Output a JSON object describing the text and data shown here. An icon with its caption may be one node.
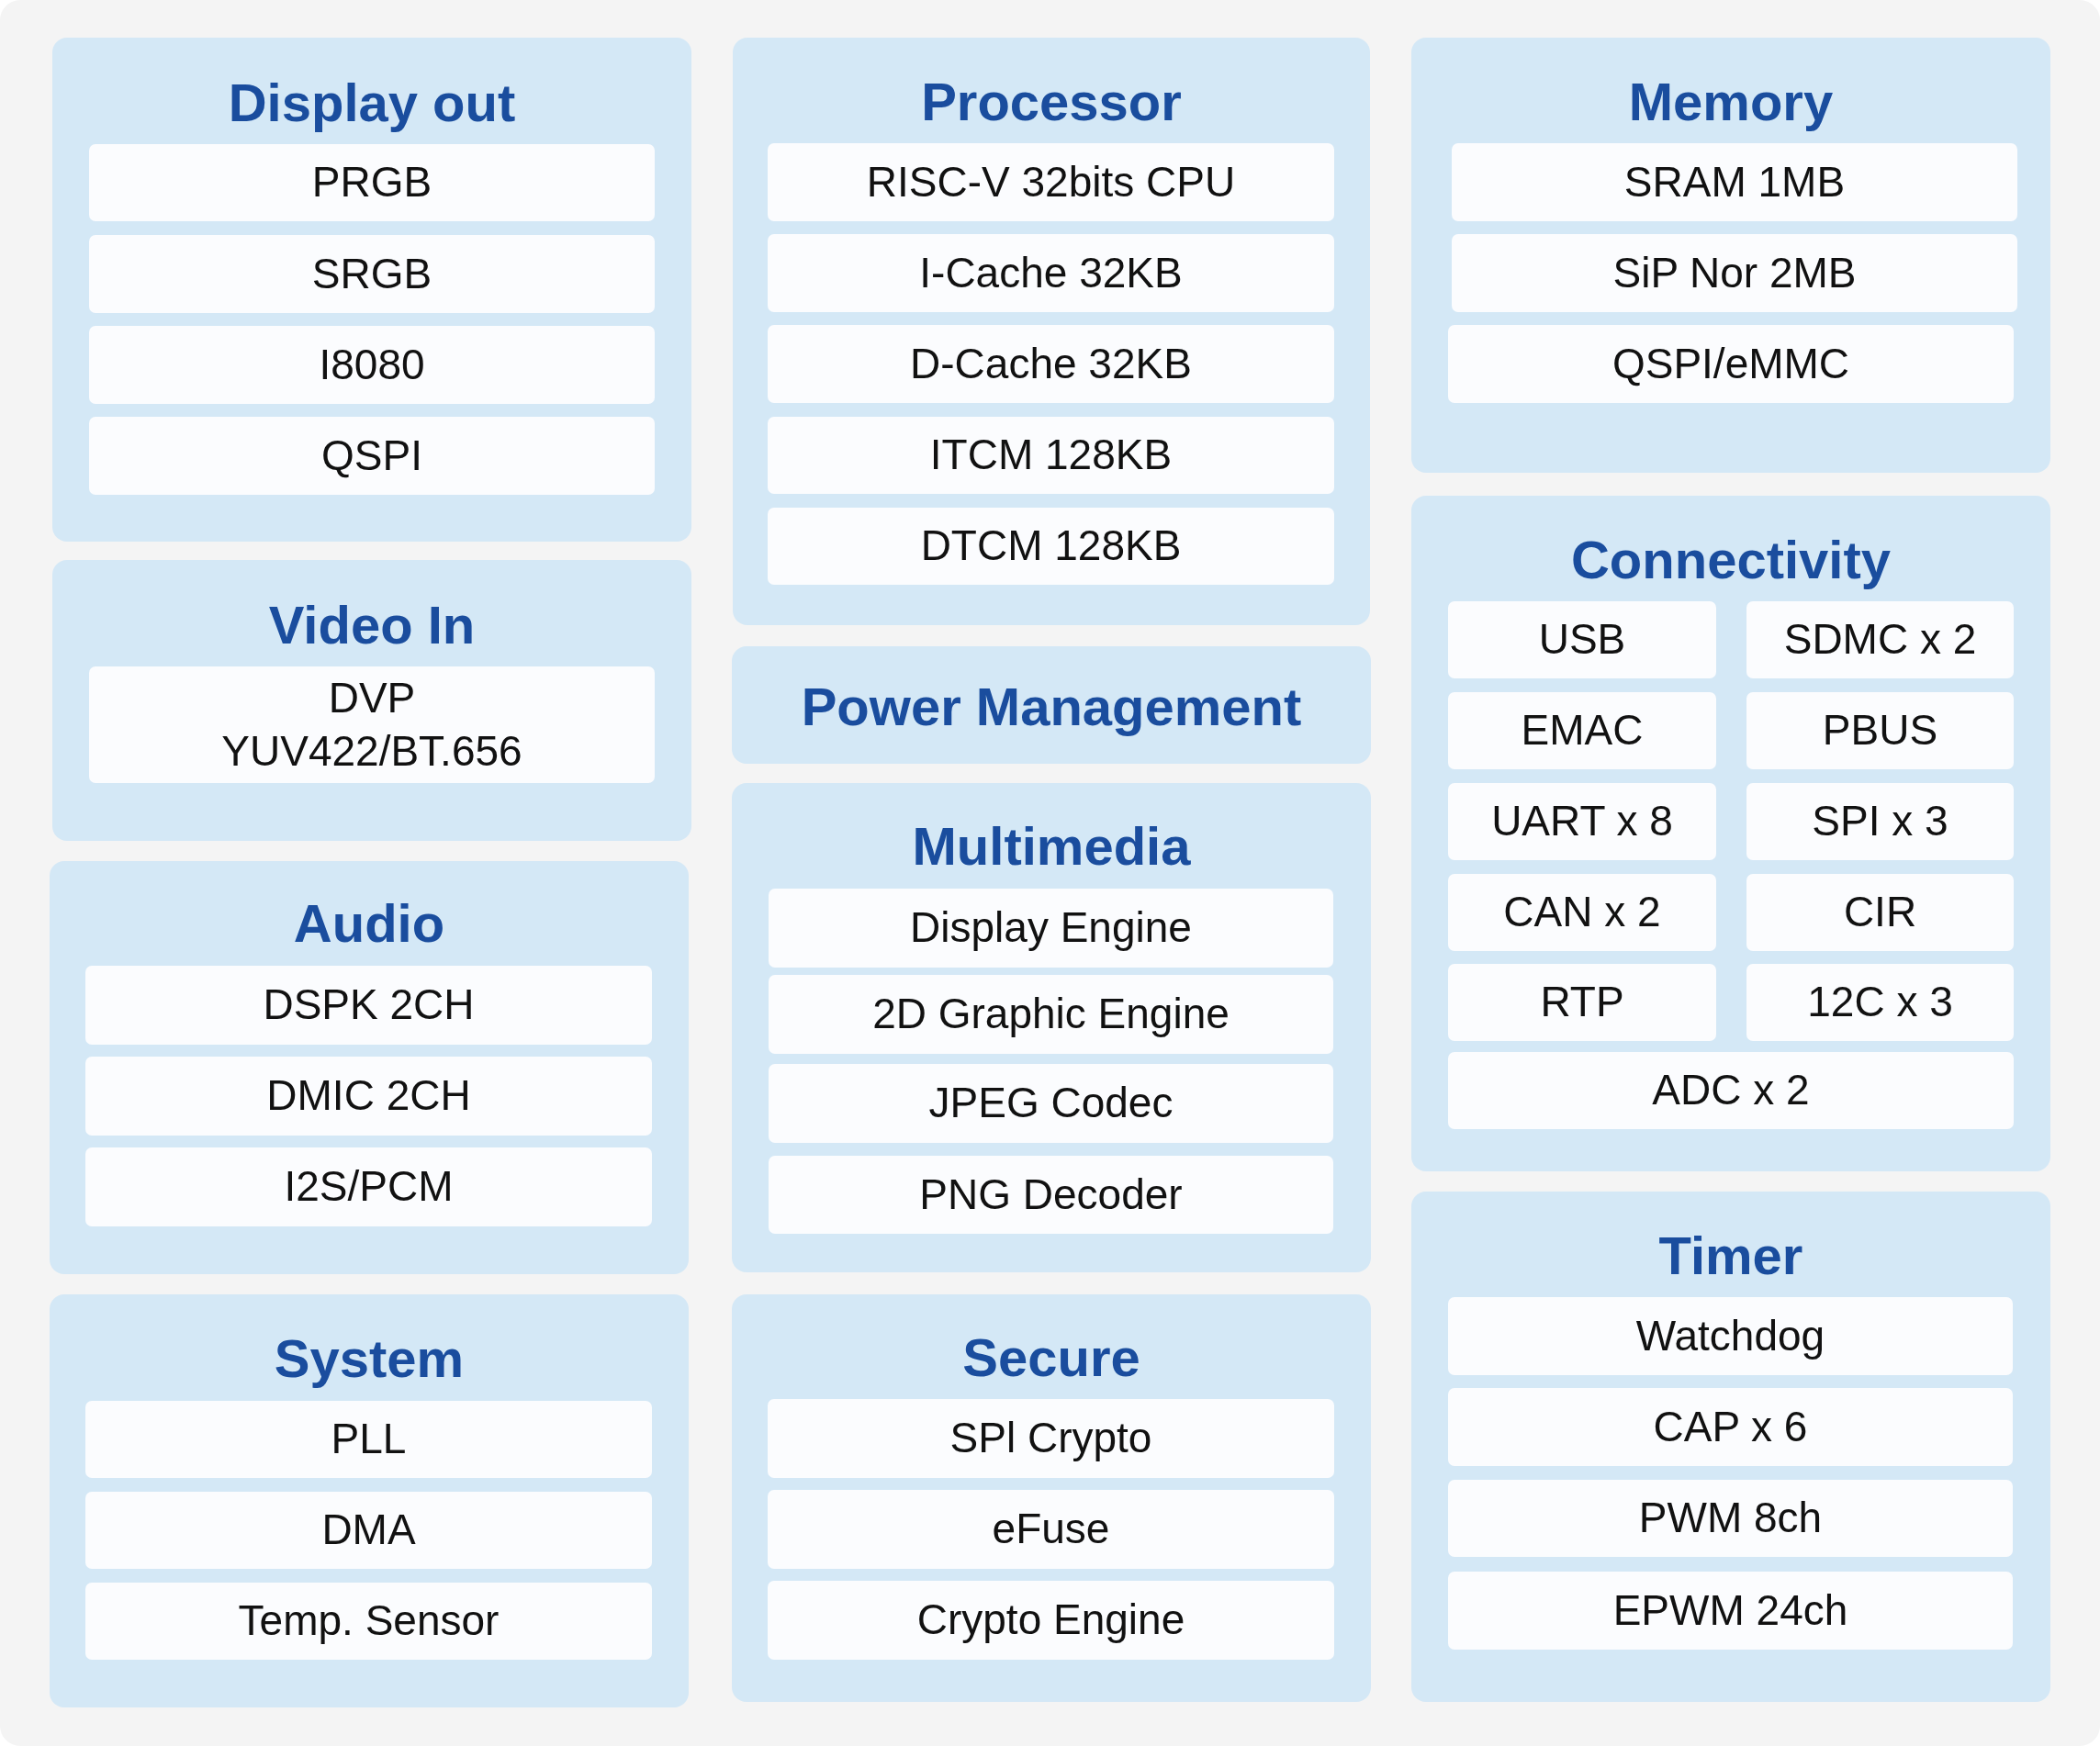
{
  "diagram": {
    "nodes": [
      {
        "text": [
          "Display out"
        ]
      },
      {
        "text": [
          "PRGB"
        ],
        "in": 0
      },
      {
        "text": [
          "SRGB"
        ],
        "in": 0
      },
      {
        "text": [
          "I8080"
        ],
        "in": 0
      },
      {
        "text": [
          "QSPI"
        ],
        "in": 0
      },
      {
        "text": [
          "Video In"
        ]
      },
      {
        "text": [
          "DVP YUV422/BT.656"
        ],
        "in": 5
      },
      {
        "text": [
          "Audio"
        ]
      },
      {
        "text": [
          "DSPK 2CH"
        ],
        "in": 7
      },
      {
        "text": [
          "DMIC 2CH"
        ],
        "in": 7
      },
      {
        "text": [
          "I2S/PCM"
        ],
        "in": 7
      },
      {
        "text": [
          "System"
        ]
      },
      {
        "text": [
          "PLL"
        ],
        "in": 11
      },
      {
        "text": [
          "DMA"
        ],
        "in": 11
      },
      {
        "text": [
          "Temp. Sensor"
        ],
        "in": 11
      },
      {
        "text": [
          "Processor"
        ]
      },
      {
        "text": [
          "RISC-V 32bits CPU"
        ],
        "in": 15
      },
      {
        "text": [
          "I-Cache 32KB"
        ],
        "in": 15
      },
      {
        "text": [
          "D-Cache 32KB"
        ],
        "in": 15
      },
      {
        "text": [
          "ITCM 128KB"
        ],
        "in": 15
      },
      {
        "text": [
          "DTCM 128KB"
        ],
        "in": 15
      },
      {
        "text": [
          "Power Management"
        ]
      },
      {
        "text": [
          "Multimedia"
        ]
      },
      {
        "text": [
          "Display Engine"
        ],
        "in": 22
      },
      {
        "text": [
          "2D Graphic Engine"
        ],
        "in": 22
      },
      {
        "text": [
          "JPEG Codec"
        ],
        "in": 22
      },
      {
        "text": [
          "PNG Decoder"
        ],
        "in": 22
      },
      {
        "text": [
          "Secure"
        ]
      },
      {
        "text": [
          "SPl Crypto"
        ],
        "in": 27
      },
      {
        "text": [
          "eFuse"
        ],
        "in": 27
      },
      {
        "text": [
          "Crypto Engine"
        ],
        "in": 27
      },
      {
        "text": [
          "Memory"
        ]
      },
      {
        "text": [
          "SRAM 1MB"
        ],
        "in": 31
      },
      {
        "text": [
          "SiP Nor 2MB"
        ],
        "in": 31
      },
      {
        "text": [
          "QSPI/eMMC"
        ],
        "in": 31
      },
      {
        "text": [
          "Connectivity"
        ]
      },
      {
        "text": [
          "USB"
        ],
        "in": 35
      },
      {
        "text": [
          "SDMC x 2"
        ],
        "in": 35
      },
      {
        "text": [
          "EMAC"
        ],
        "in": 35
      },
      {
        "text": [
          "PBUS"
        ],
        "in": 35
      },
      {
        "text": [
          "UART x 8"
        ],
        "in": 35
      },
      {
        "text": [
          "SPI x 3"
        ],
        "in": 35
      },
      {
        "text": [
          "CAN x 2"
        ],
        "in": 35
      },
      {
        "text": [
          "CIR"
        ],
        "in": 35
      },
      {
        "text": [
          "RTP"
        ],
        "in": 35
      },
      {
        "text": [
          "12C x 3"
        ],
        "in": 35
      },
      {
        "text": [
          "ADC x 2"
        ],
        "in": 35
      },
      {
        "text": [
          "Timer"
        ]
      },
      {
        "text": [
          "Watchdog"
        ],
        "in": 47
      },
      {
        "text": [
          "CAP x 6"
        ],
        "in": 47
      },
      {
        "text": [
          "PWM 8ch"
        ],
        "in": 47
      },
      {
        "text": [
          "EPWM 24ch"
        ],
        "in": 47
      }
    ]
  }
}
